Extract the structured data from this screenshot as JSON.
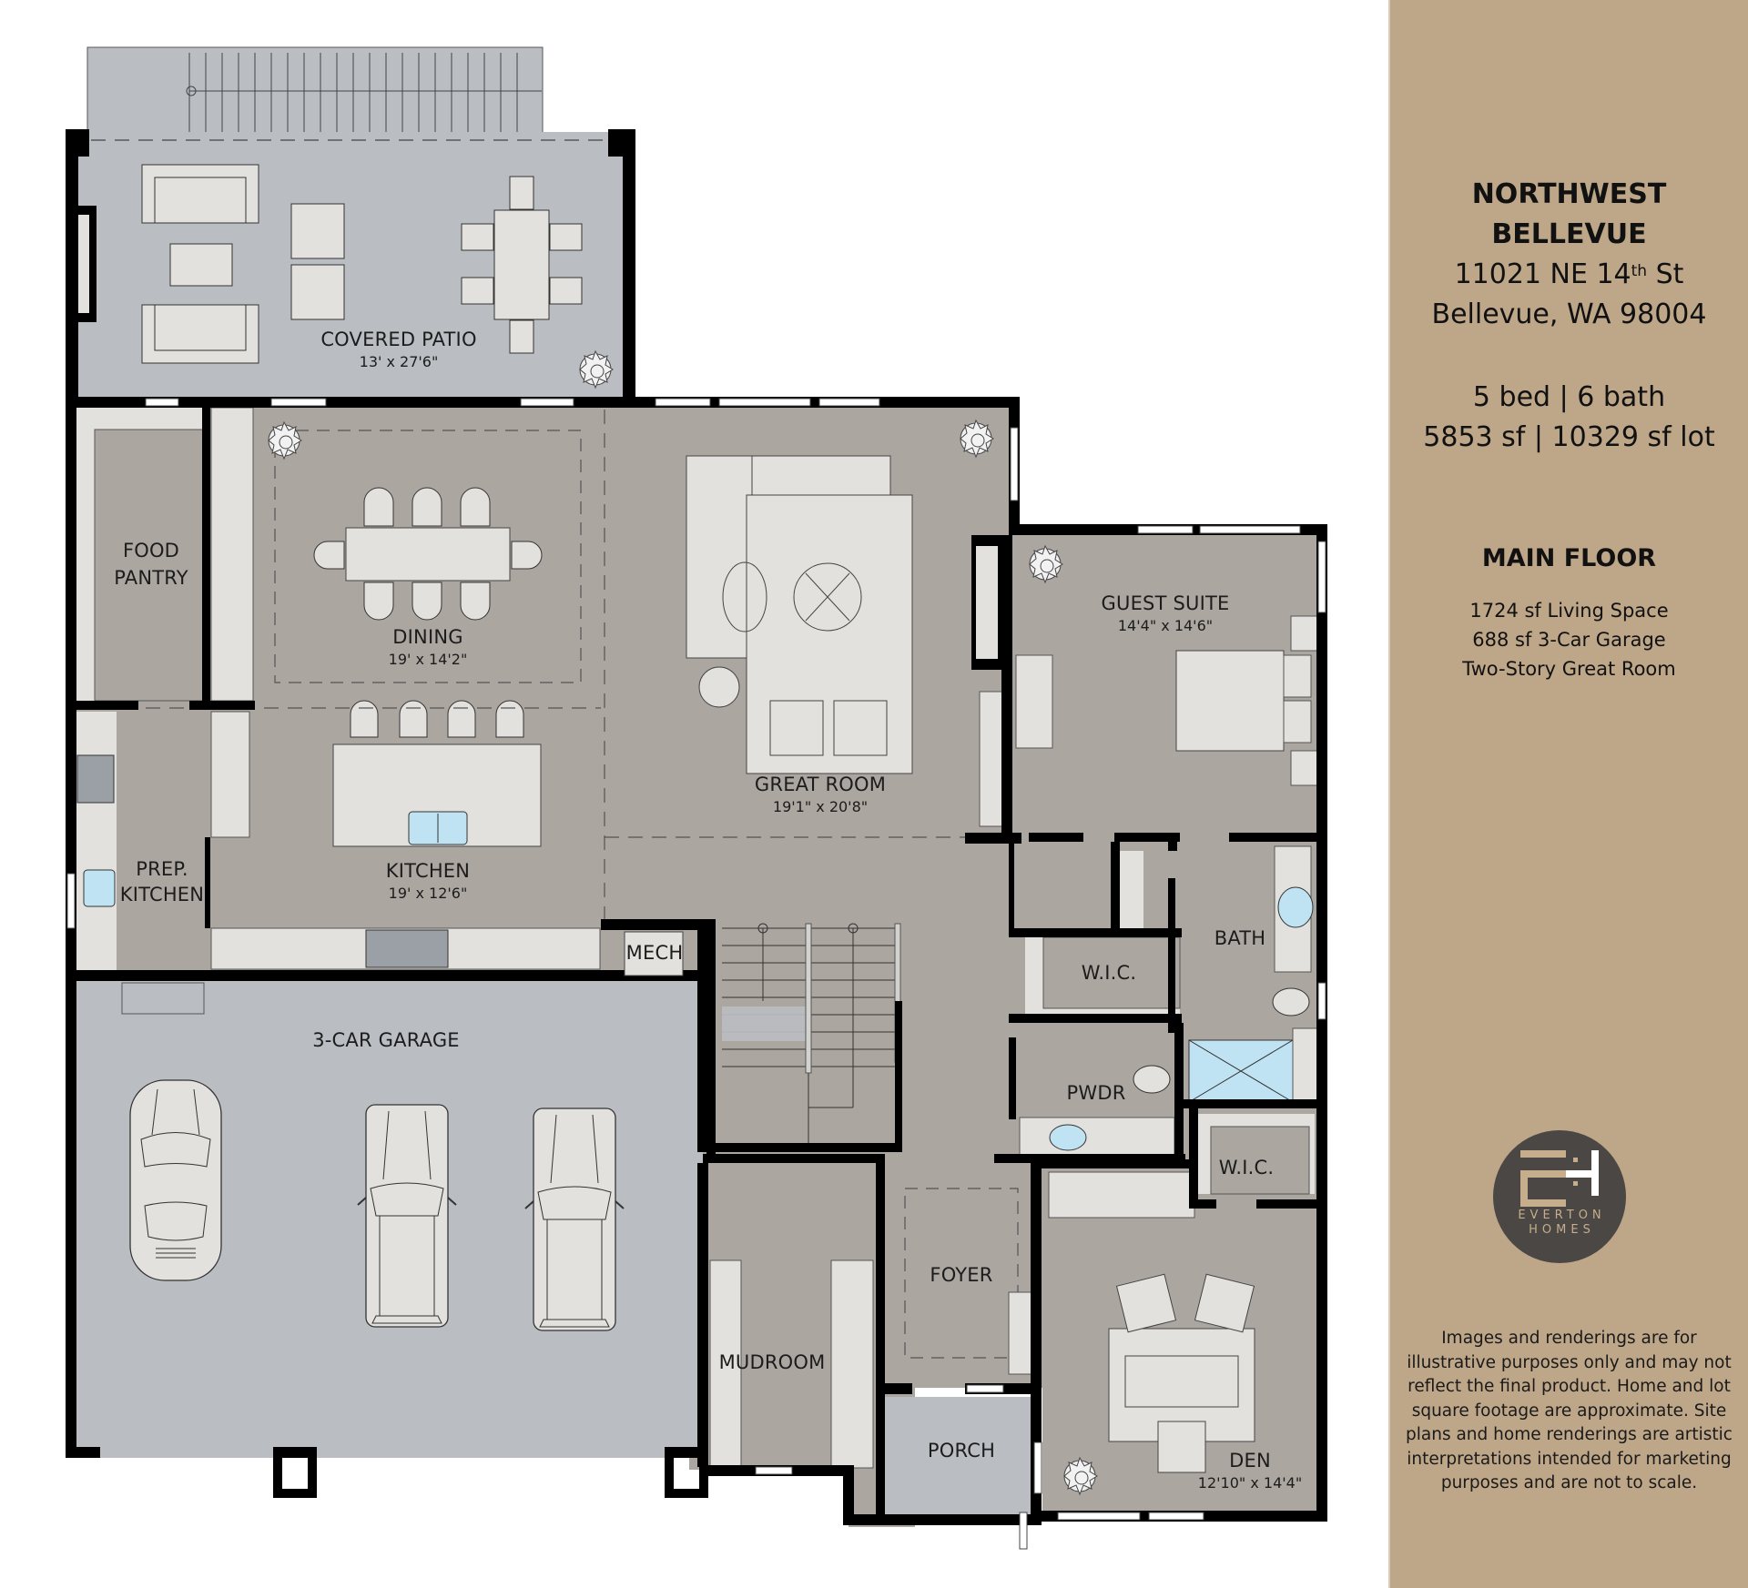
{
  "property": {
    "neighborhood": "NORTHWEST BELLEVUE",
    "neighborhood_line1": "NORTHWEST",
    "neighborhood_line2": "BELLEVUE",
    "street_number_name": "11021 NE 14",
    "street_ordinal": "th",
    "street_suffix": " St",
    "city_state_zip": "Bellevue, WA 98004",
    "beds_baths": "5 bed | 6 bath",
    "area_lot": "5853 sf | 10329 sf lot"
  },
  "floor": {
    "title": "MAIN FLOOR",
    "stats": [
      "1724 sf Living Space",
      "688 sf 3-Car Garage",
      "Two-Story Great Room"
    ]
  },
  "brand": {
    "logo_line1": "EVERTON",
    "logo_line2": "HOMES",
    "logo_bg": "#4a4744",
    "logo_accent": "#c6ad8c"
  },
  "disclaimer": "Images and renderings are for illustrative purposes only and may not reflect the final product. Home and lot square footage are approximate. Site plans and home renderings are artistic interpretations intended for marketing purposes and are not to scale.",
  "colors": {
    "sidebar_bg": "#bea688",
    "interior_floor": "#aba6a0",
    "exterior_floor": "#babec2",
    "wall": "#000000",
    "fixture": "#e2e0dc",
    "water": "#bfe3f3"
  },
  "rooms": [
    {
      "id": "covered-patio",
      "name": "COVERED PATIO",
      "dims": "13' x 27'6\""
    },
    {
      "id": "food-pantry",
      "name": "FOOD\nPANTRY",
      "name_line1": "FOOD",
      "name_line2": "PANTRY",
      "dims": ""
    },
    {
      "id": "dining",
      "name": "DINING",
      "dims": "19' x 14'2\""
    },
    {
      "id": "great-room",
      "name": "GREAT ROOM",
      "dims": "19'1\" x 20'8\""
    },
    {
      "id": "guest-suite",
      "name": "GUEST SUITE",
      "dims": "14'4\" x 14'6\""
    },
    {
      "id": "prep-kitchen",
      "name": "PREP. KITCHEN",
      "name_line1": "PREP.",
      "name_line2": "KITCHEN",
      "dims": ""
    },
    {
      "id": "kitchen",
      "name": "KITCHEN",
      "dims": "19' x 12'6\""
    },
    {
      "id": "mech",
      "name": "MECH",
      "dims": ""
    },
    {
      "id": "bath",
      "name": "BATH",
      "dims": ""
    },
    {
      "id": "wic-1",
      "name": "W.I.C.",
      "dims": ""
    },
    {
      "id": "pwdr",
      "name": "PWDR",
      "dims": ""
    },
    {
      "id": "wic-2",
      "name": "W.I.C.",
      "dims": ""
    },
    {
      "id": "garage",
      "name": "3-CAR GARAGE",
      "dims": ""
    },
    {
      "id": "foyer",
      "name": "FOYER",
      "dims": ""
    },
    {
      "id": "mudroom",
      "name": "MUDROOM",
      "dims": ""
    },
    {
      "id": "porch",
      "name": "PORCH",
      "dims": ""
    },
    {
      "id": "den",
      "name": "DEN",
      "dims": "12'10\" x 14'4\""
    }
  ]
}
